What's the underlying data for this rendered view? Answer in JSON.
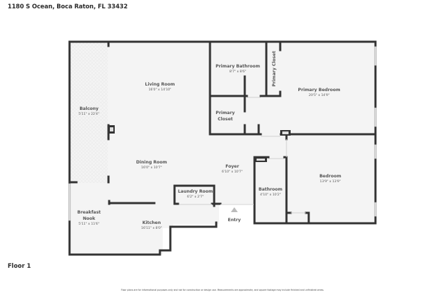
{
  "header": {
    "address": "1180 S Ocean, Boca Raton, FL 33432"
  },
  "floor": {
    "label": "Floor 1"
  },
  "rooms": {
    "living_room": {
      "name": "Living Room",
      "dims": "16'0\" x 14'10\""
    },
    "balcony": {
      "name": "Balcony",
      "dims": "5'11\" x 22'4\""
    },
    "primary_bathroom": {
      "name": "Primary Bathroom",
      "dims": "8'7\" x 8'6\""
    },
    "primary_closet_vertical": {
      "name": "Primary Closet"
    },
    "primary_bedroom": {
      "name": "Primary Bedroom",
      "dims": "20'5\" x 14'9\""
    },
    "primary_closet": {
      "name_line1": "Primary",
      "name_line2": "Closet"
    },
    "dining_room": {
      "name": "Dining Room",
      "dims": "16'0\" x 10'7\""
    },
    "foyer": {
      "name": "Foyer",
      "dims": "6'10\" x 10'7\""
    },
    "bedroom": {
      "name": "Bedroom",
      "dims": "13'9\" x 13'9\""
    },
    "bathroom": {
      "name": "Bathroom",
      "dims": "4'10\" x 10'2\""
    },
    "laundry_room": {
      "name": "Laundry Room",
      "dims": "6'2\" x 2'7\""
    },
    "breakfast_nook": {
      "name_line1": "Breakfast",
      "name_line2": "Nook",
      "dims": "5'11\" x 11'6\""
    },
    "kitchen": {
      "name": "Kitchen",
      "dims": "16'11\" x 8'0\""
    }
  },
  "entry": {
    "label": "Entry",
    "icon": "entry-arrow-icon"
  },
  "footer": {
    "disclaimer": "Floor plans are for informational purposes only and not for construction or design use. Measurements are approximate, and square footage may include finished and unfinished areas."
  },
  "colors": {
    "wall": "#333333",
    "floor": "#f4f4f4",
    "window": "#d6d6d6",
    "text": "#555555",
    "background": "#ffffff"
  }
}
